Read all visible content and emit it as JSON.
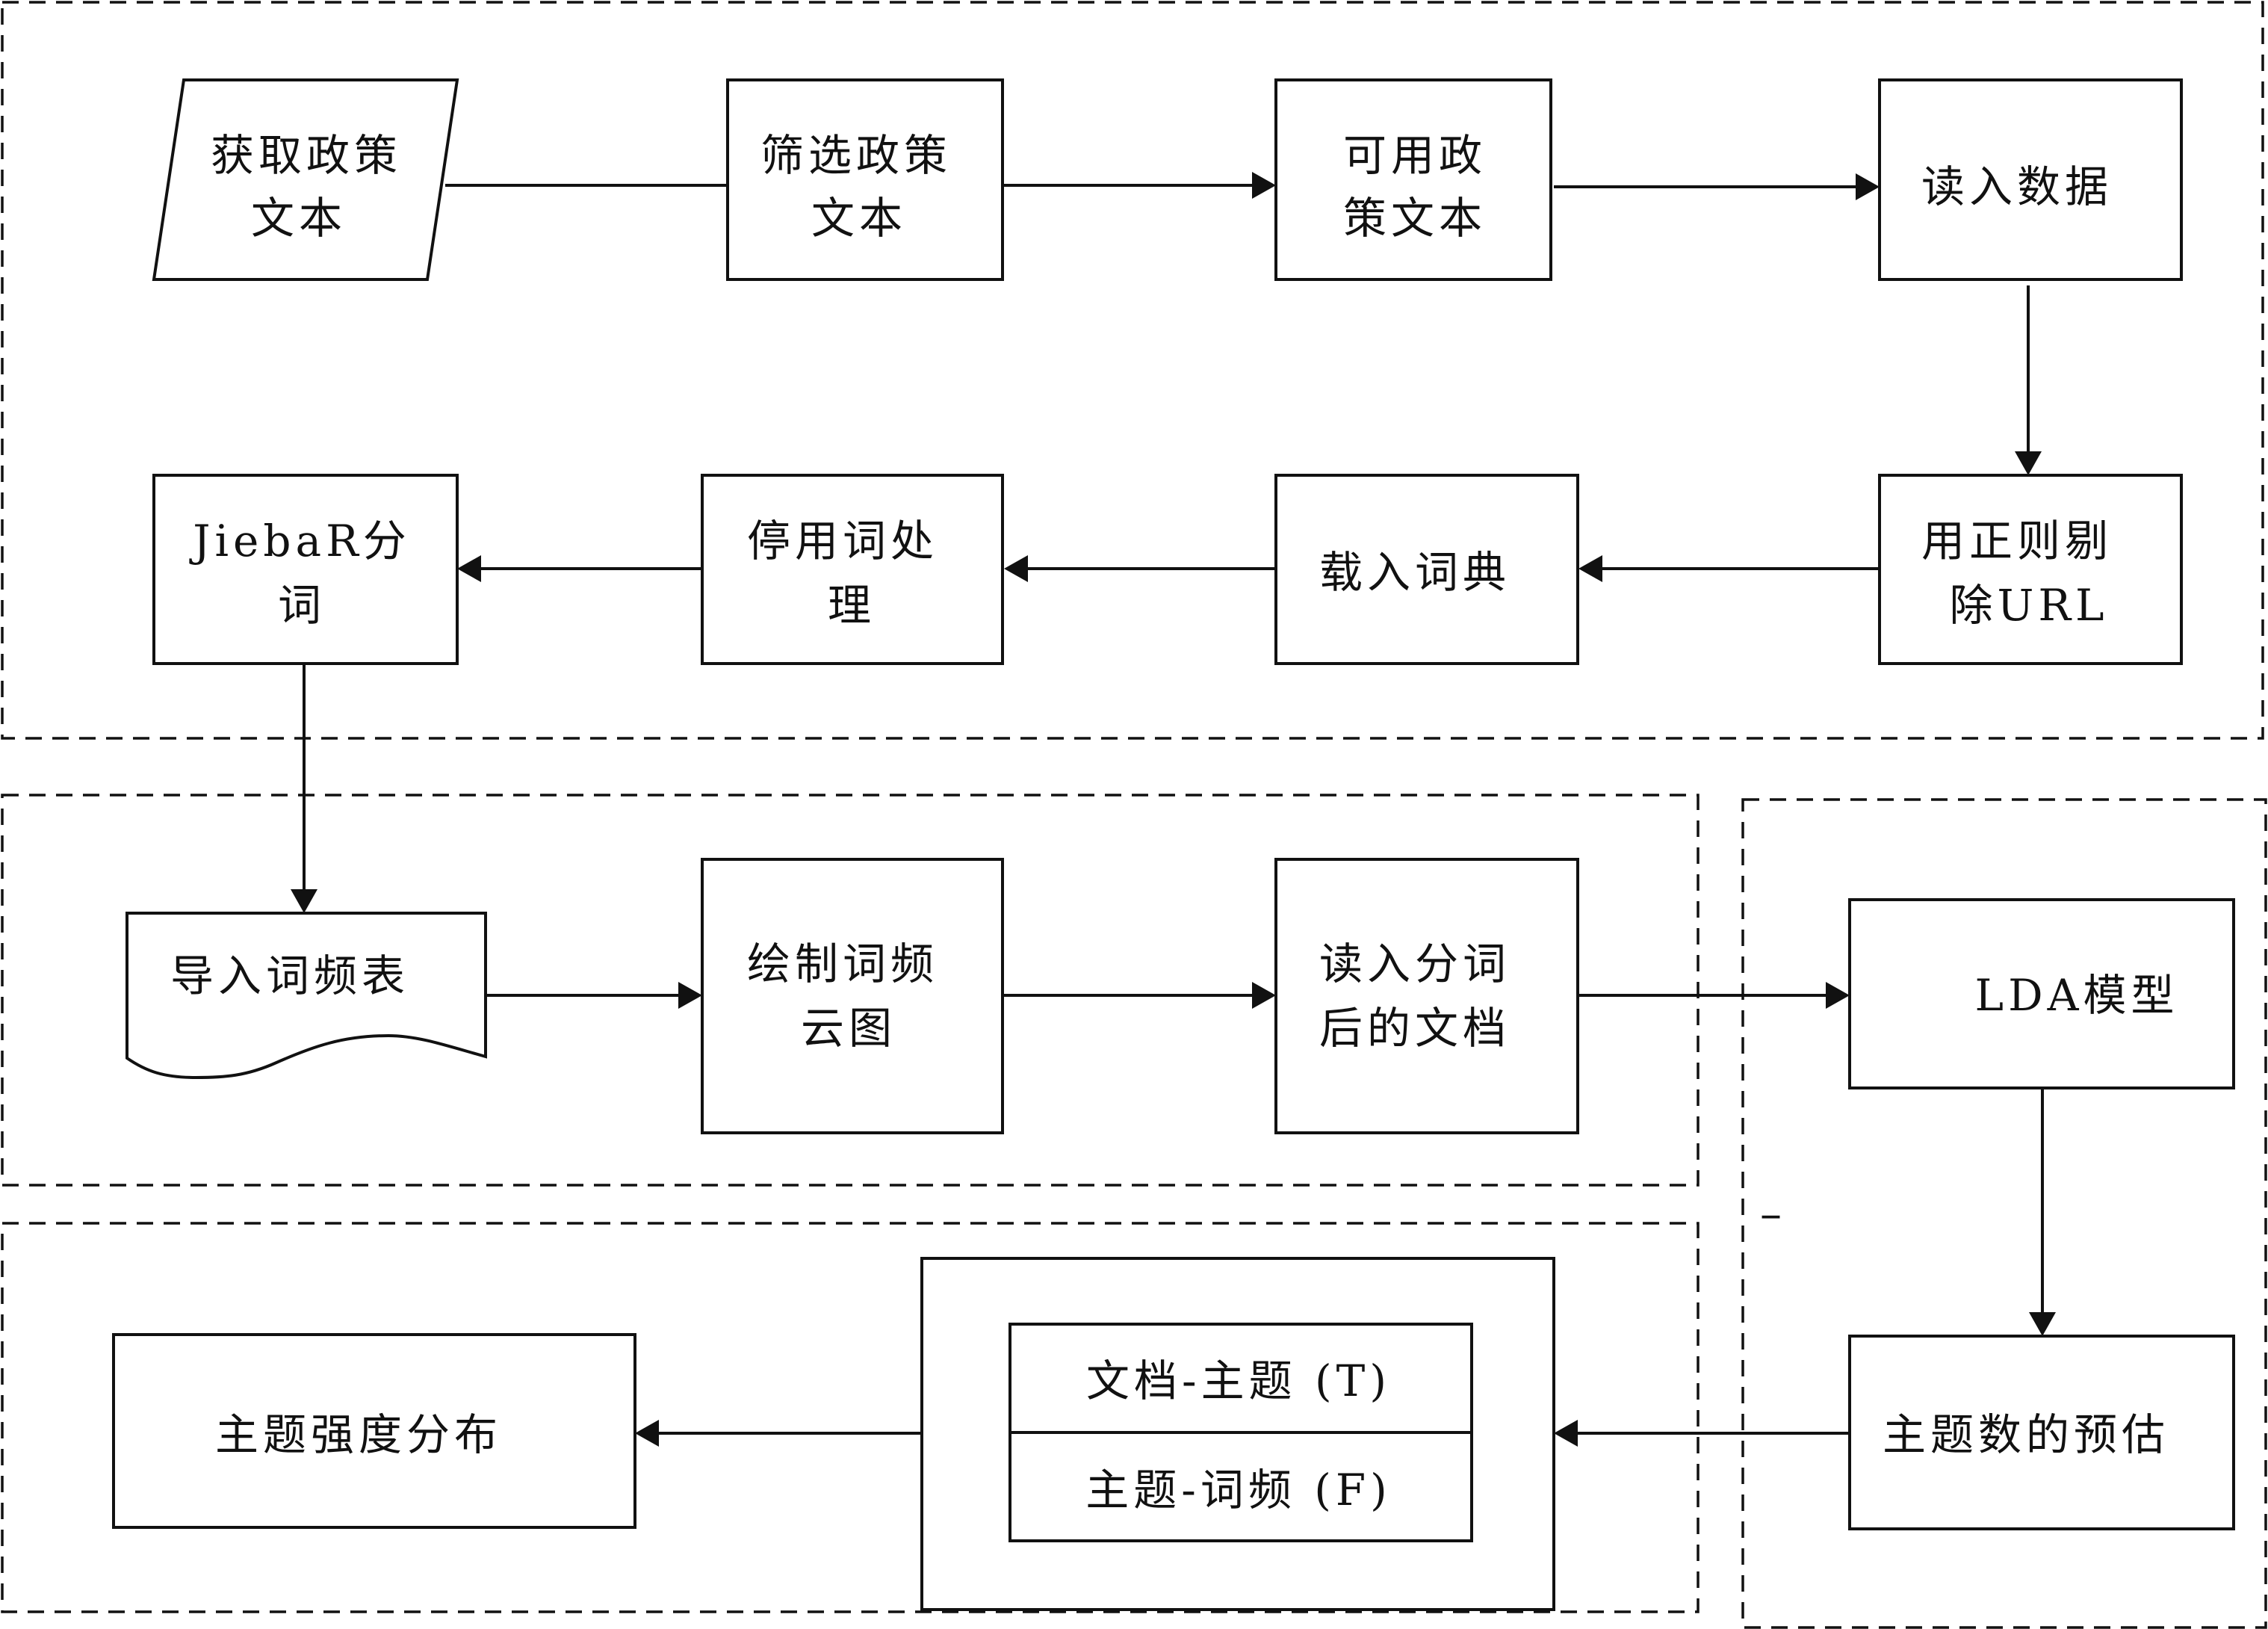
{
  "nodes": {
    "get_text": [
      "获取政策",
      "文本"
    ],
    "filter_text": [
      "筛选政策",
      "文本"
    ],
    "usable_text": [
      "可用政",
      "策文本"
    ],
    "read_data": [
      "读入数据"
    ],
    "remove_url": [
      "用正则剔",
      "除URL"
    ],
    "load_dict": [
      "载入词典"
    ],
    "stopwords": [
      "停用词处",
      "理"
    ],
    "jiebar": [
      "JiebaR分",
      "词"
    ],
    "import_freq": [
      "导入词频表"
    ],
    "wordcloud": [
      "绘制词频",
      "云图"
    ],
    "read_docs": [
      "读入分词",
      "后的文档"
    ],
    "lda": [
      "LDA模型"
    ],
    "topic_count": [
      "主题数的预估"
    ],
    "doc_topic": "文档-主题 (T)",
    "topic_word": "主题-词频 (F)",
    "topic_strength": [
      "主题强度分布"
    ]
  },
  "stray_mark": "–"
}
